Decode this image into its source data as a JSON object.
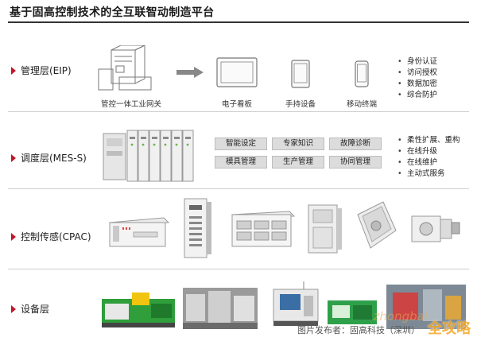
{
  "title": "基于固高控制技术的全互联智动制造平台",
  "layers": [
    {
      "label": "管理层(EIP)",
      "devices": [
        "管控一体工业网关",
        "电子看板",
        "手持设备",
        "移动终端"
      ],
      "bullets": [
        "身份认证",
        "访问授权",
        "数据加密",
        "综合防护"
      ]
    },
    {
      "label": "调度层(MES-S)",
      "tags": [
        "智能设定",
        "专家知识",
        "故障诊断",
        "模具管理",
        "生产管理",
        "协同管理"
      ],
      "bullets": [
        "柔性扩展、重构",
        "在线升级",
        "在线维护",
        "主动式服务"
      ]
    },
    {
      "label": "控制传感(CPAC)"
    },
    {
      "label": "设备层"
    }
  ],
  "watermark": {
    "text": "图片发布者：固高科技（深圳）",
    "logo": "全攻略",
    "logo_overlay": "zhongbai"
  },
  "colors": {
    "accent": "#c0182a",
    "tag_bg": "#dcdcdc",
    "logo": "#f5a623"
  },
  "icons": [
    "gateway-server-icon",
    "right-arrow-icon",
    "monitor-board-icon",
    "tablet-icon",
    "mobile-phone-icon"
  ]
}
